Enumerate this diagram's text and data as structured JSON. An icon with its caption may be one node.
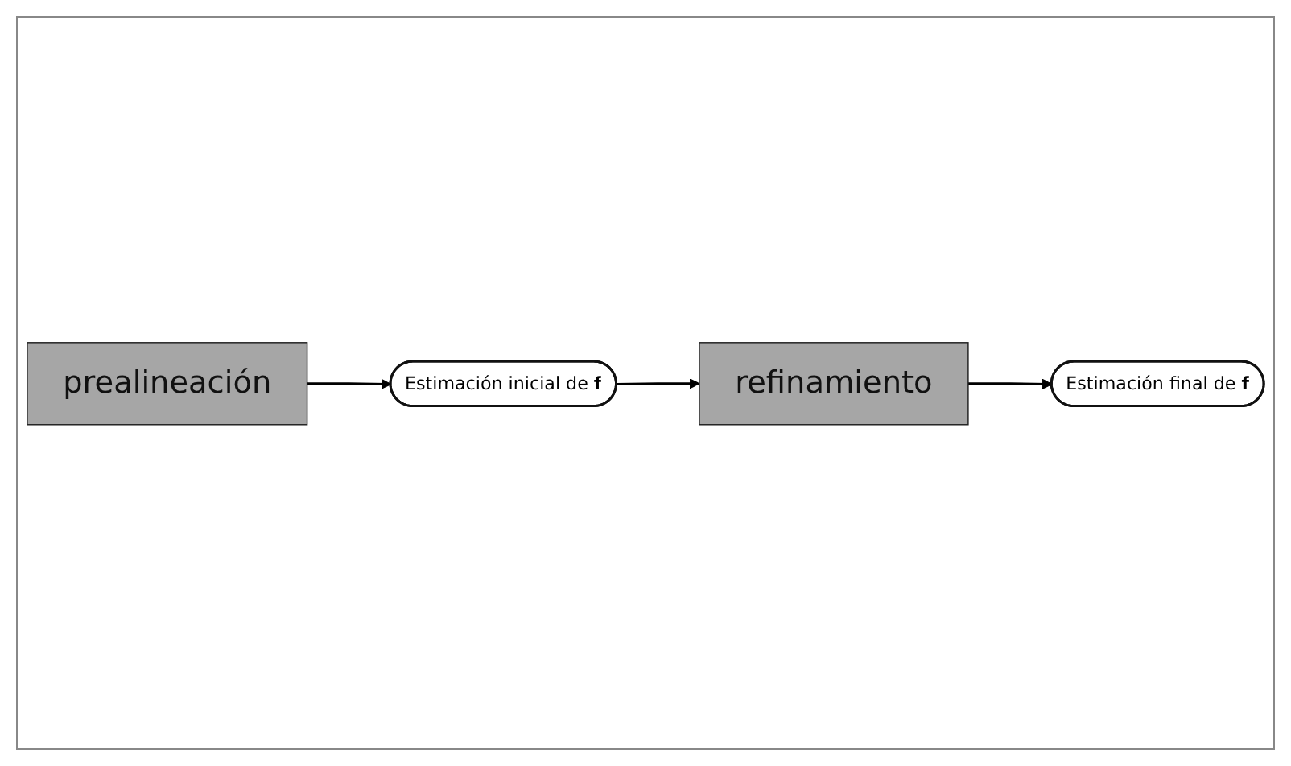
{
  "diagram": {
    "nodes": [
      {
        "text": [
          "prealineación"
        ]
      },
      {
        "text": [
          "Estimación inicial de **f**"
        ]
      },
      {
        "text": [
          "refinamiento"
        ]
      },
      {
        "text": [
          "Estimación final de **f**"
        ]
      }
    ],
    "edges": [
      {
        "from": 0,
        "to": 1,
        "arrow": "to"
      },
      {
        "from": 1,
        "to": 2,
        "arrow": "to"
      },
      {
        "from": 2,
        "to": 3,
        "arrow": "to"
      }
    ]
  }
}
